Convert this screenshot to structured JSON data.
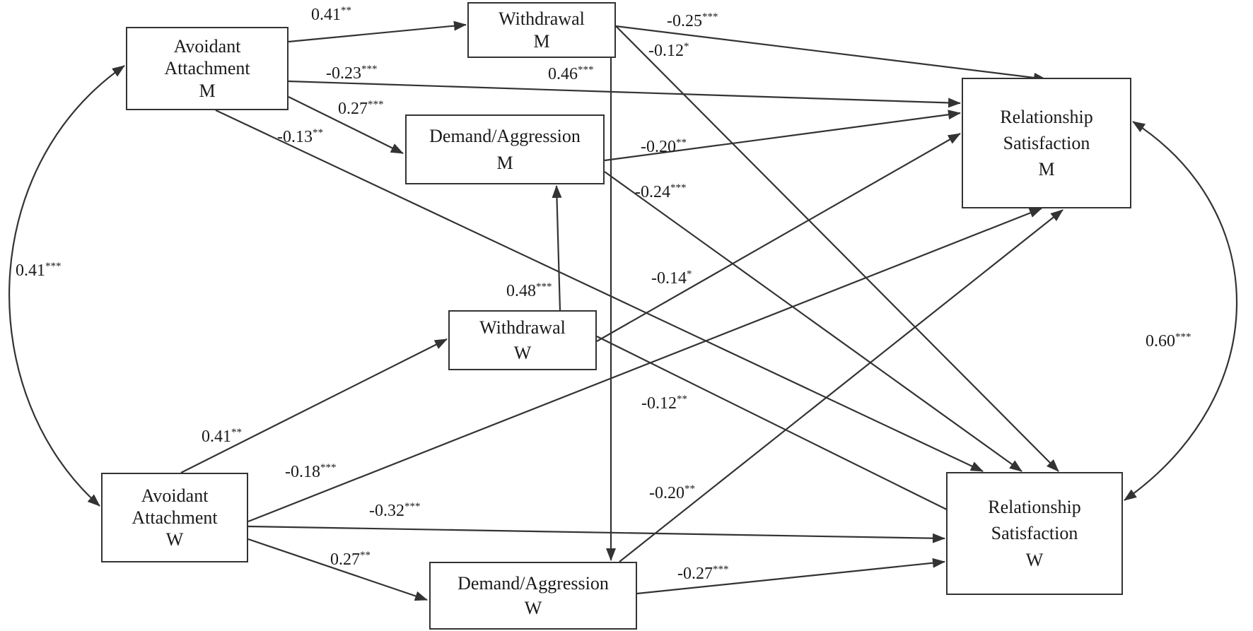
{
  "colors": {
    "line": "#333333",
    "text": "#1a1a1a",
    "background": "#ffffff"
  },
  "nodes": {
    "avoidant_m": {
      "lines": [
        "Avoidant",
        "Attachment",
        "M"
      ]
    },
    "withdrawal_m": {
      "lines": [
        "Withdrawal",
        "M"
      ]
    },
    "demand_m": {
      "lines": [
        "Demand/Aggression",
        "M"
      ]
    },
    "satisfaction_m": {
      "lines": [
        "Relationship",
        "Satisfaction",
        "M"
      ]
    },
    "withdrawal_w": {
      "lines": [
        "Withdrawal",
        "W"
      ]
    },
    "avoidant_w": {
      "lines": [
        "Avoidant",
        "Attachment",
        "W"
      ]
    },
    "demand_w": {
      "lines": [
        "Demand/Aggression",
        "W"
      ]
    },
    "satisfaction_w": {
      "lines": [
        "Relationship",
        "Satisfaction",
        "W"
      ]
    }
  },
  "edges": [
    {
      "id": "am-wm",
      "from": "avoidant_m",
      "to": "withdrawal_m",
      "value": "0.41",
      "sig": "**"
    },
    {
      "id": "am-sm",
      "from": "avoidant_m",
      "to": "satisfaction_m",
      "value": "-0.23",
      "sig": "***"
    },
    {
      "id": "am-dm",
      "from": "avoidant_m",
      "to": "demand_m",
      "value": "0.27",
      "sig": "***"
    },
    {
      "id": "am-sw",
      "from": "avoidant_m",
      "to": "satisfaction_w",
      "value": "-0.13",
      "sig": "**"
    },
    {
      "id": "wm-sm",
      "from": "withdrawal_m",
      "to": "satisfaction_m",
      "value": "-0.25",
      "sig": "***"
    },
    {
      "id": "wm-sw",
      "from": "withdrawal_m",
      "to": "satisfaction_w",
      "value": "-0.12",
      "sig": "*"
    },
    {
      "id": "wm-dw",
      "from": "withdrawal_m",
      "to": "demand_w",
      "value": "0.46",
      "sig": "***"
    },
    {
      "id": "dm-sm",
      "from": "demand_m",
      "to": "satisfaction_m",
      "value": "-0.20",
      "sig": "**"
    },
    {
      "id": "dm-sw",
      "from": "demand_m",
      "to": "satisfaction_w",
      "value": "-0.24",
      "sig": "***"
    },
    {
      "id": "ww-dm",
      "from": "withdrawal_w",
      "to": "demand_m",
      "value": "0.48",
      "sig": "***"
    },
    {
      "id": "ww-sm",
      "from": "withdrawal_w",
      "to": "satisfaction_m",
      "value": "-0.14",
      "sig": "*"
    },
    {
      "id": "ww-sw",
      "from": "withdrawal_w",
      "to": "satisfaction_w",
      "value": "-0.12",
      "sig": "**"
    },
    {
      "id": "aw-ww",
      "from": "avoidant_w",
      "to": "withdrawal_w",
      "value": "0.41",
      "sig": "**"
    },
    {
      "id": "aw-sm",
      "from": "avoidant_w",
      "to": "satisfaction_m",
      "value": "-0.18",
      "sig": "***"
    },
    {
      "id": "aw-sw",
      "from": "avoidant_w",
      "to": "satisfaction_w",
      "value": "-0.32",
      "sig": "***"
    },
    {
      "id": "aw-dw",
      "from": "avoidant_w",
      "to": "demand_w",
      "value": "0.27",
      "sig": "**"
    },
    {
      "id": "dw-sm",
      "from": "demand_w",
      "to": "satisfaction_m",
      "value": "-0.20",
      "sig": "**"
    },
    {
      "id": "dw-sw",
      "from": "demand_w",
      "to": "satisfaction_w",
      "value": "-0.27",
      "sig": "***"
    }
  ],
  "correlations": [
    {
      "id": "am-aw",
      "from": "avoidant_m",
      "to": "avoidant_w",
      "value": "0.41",
      "sig": "***"
    },
    {
      "id": "sm-sw",
      "from": "satisfaction_m",
      "to": "satisfaction_w",
      "value": "0.60",
      "sig": "***"
    }
  ]
}
